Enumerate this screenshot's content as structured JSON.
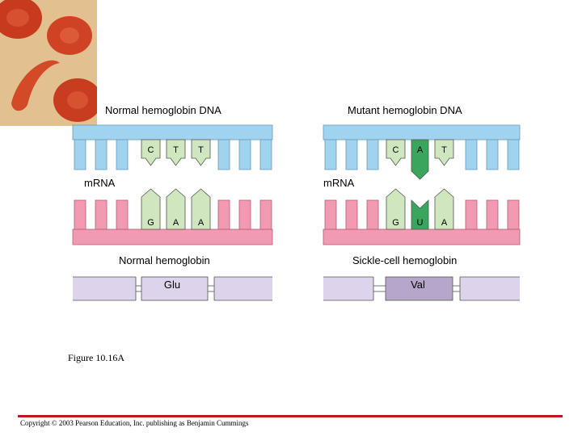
{
  "colors": {
    "dna_strand": "#9fd3ef",
    "mrna_strand": "#f29ab2",
    "base": "#cfe6bf",
    "mutant_base": "#3aa55d",
    "protein": "#ddd3ea",
    "mutant_protein": "#b7a6cc",
    "footer_line": "#c0141e"
  },
  "normal": {
    "dna_title": "Normal hemoglobin DNA",
    "dna_bases": [
      "C",
      "T",
      "T"
    ],
    "mrna_label": "mRNA",
    "mrna_bases": [
      "G",
      "A",
      "A"
    ],
    "protein_title": "Normal hemoglobin",
    "amino_acid": "Glu"
  },
  "mutant": {
    "dna_title": "Mutant hemoglobin DNA",
    "dna_bases": [
      "C",
      "A",
      "T"
    ],
    "mrna_label": "mRNA",
    "mrna_bases": [
      "G",
      "U",
      "A"
    ],
    "protein_title": "Sickle-cell hemoglobin",
    "amino_acid": "Val"
  },
  "figure_caption": "Figure 10.16A",
  "copyright": "Copyright © 2003 Pearson Education, Inc. publishing as Benjamin Cummings"
}
